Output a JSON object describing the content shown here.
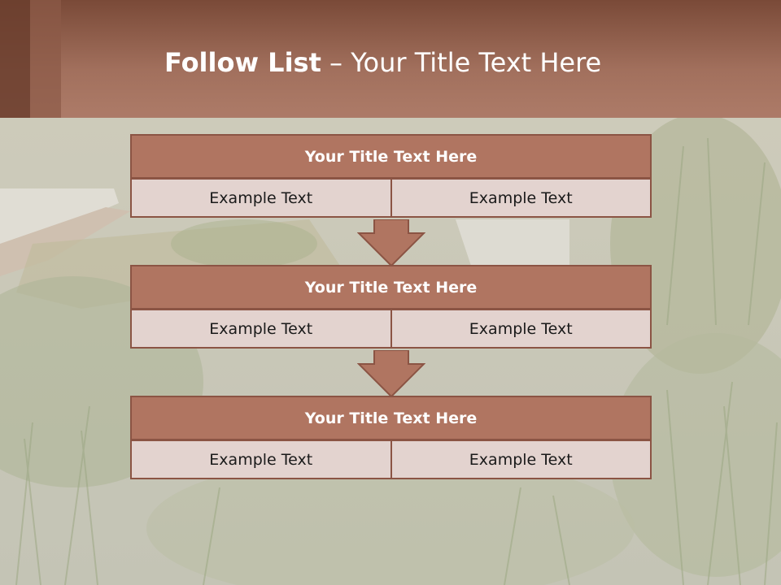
{
  "colors": {
    "header": "#a2705d",
    "box_title": "#b07561",
    "box_cell": "#e3d3cf",
    "border": "#8b5444",
    "arrow": "#b07561"
  },
  "header": {
    "title_bold": "Follow List",
    "title_rest": " – Your Title Text Here"
  },
  "steps": [
    {
      "title": "Your Title Text Here",
      "left": "Example Text",
      "right": "Example Text"
    },
    {
      "title": "Your Title Text Here",
      "left": "Example Text",
      "right": "Example Text"
    },
    {
      "title": "Your Title Text Here",
      "left": "Example Text",
      "right": "Example Text"
    }
  ],
  "icons": {
    "connector": "down-arrow-icon"
  }
}
